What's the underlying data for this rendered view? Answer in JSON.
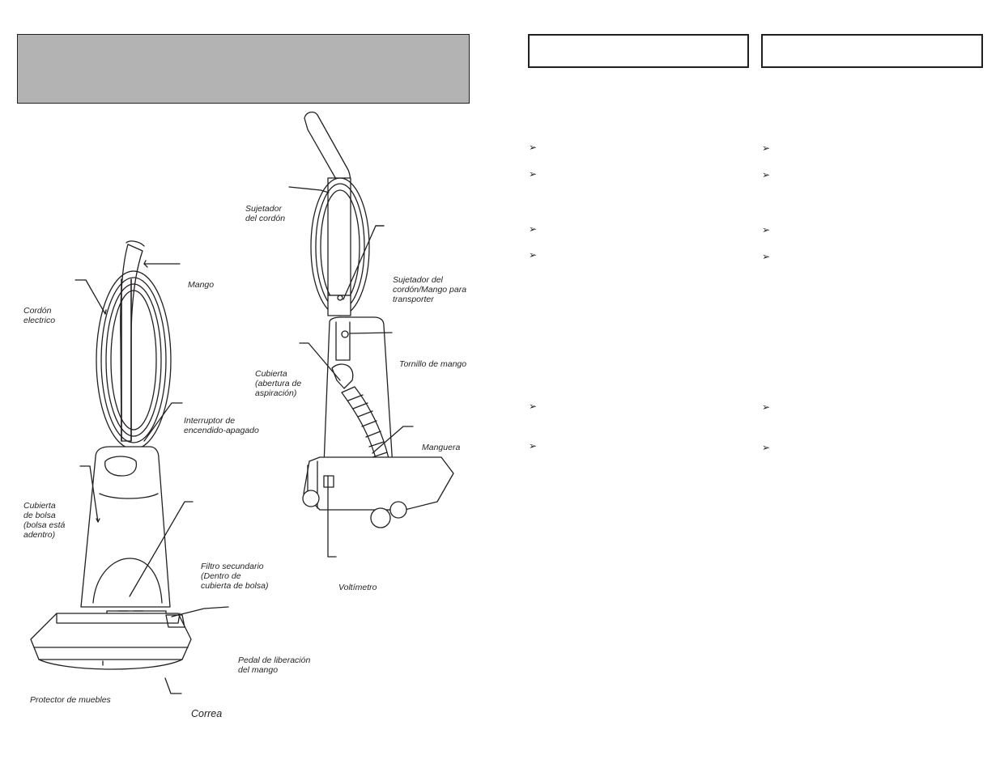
{
  "labels": {
    "mango": "Mango",
    "cordon_electrico": "Cordón\nelectrico",
    "sujetador_cordon": "Sujetador\ndel cordón",
    "sujetador_mango": "Sujetador del\ncordón/Mango para\ntransporter",
    "tornillo": "Tornillo de mango",
    "cubierta_aspiracion": "Cubierta\n(abertura de\naspiración)",
    "interruptor": "Interruptor de\nencendido-apagado",
    "manguera": "Manguera",
    "cubierta_bolsa": "Cubierta\nde bolsa\n(bolsa está\nadentro)",
    "filtro": "Filtro secundario\n(Dentro de\ncubierta de bolsa)",
    "voltimetro": "Voltímetro",
    "pedal": "Pedal de liberación\ndel mango",
    "protector": "Protector de muebles",
    "correa": "Correa"
  },
  "bullet_glyph": "➢"
}
